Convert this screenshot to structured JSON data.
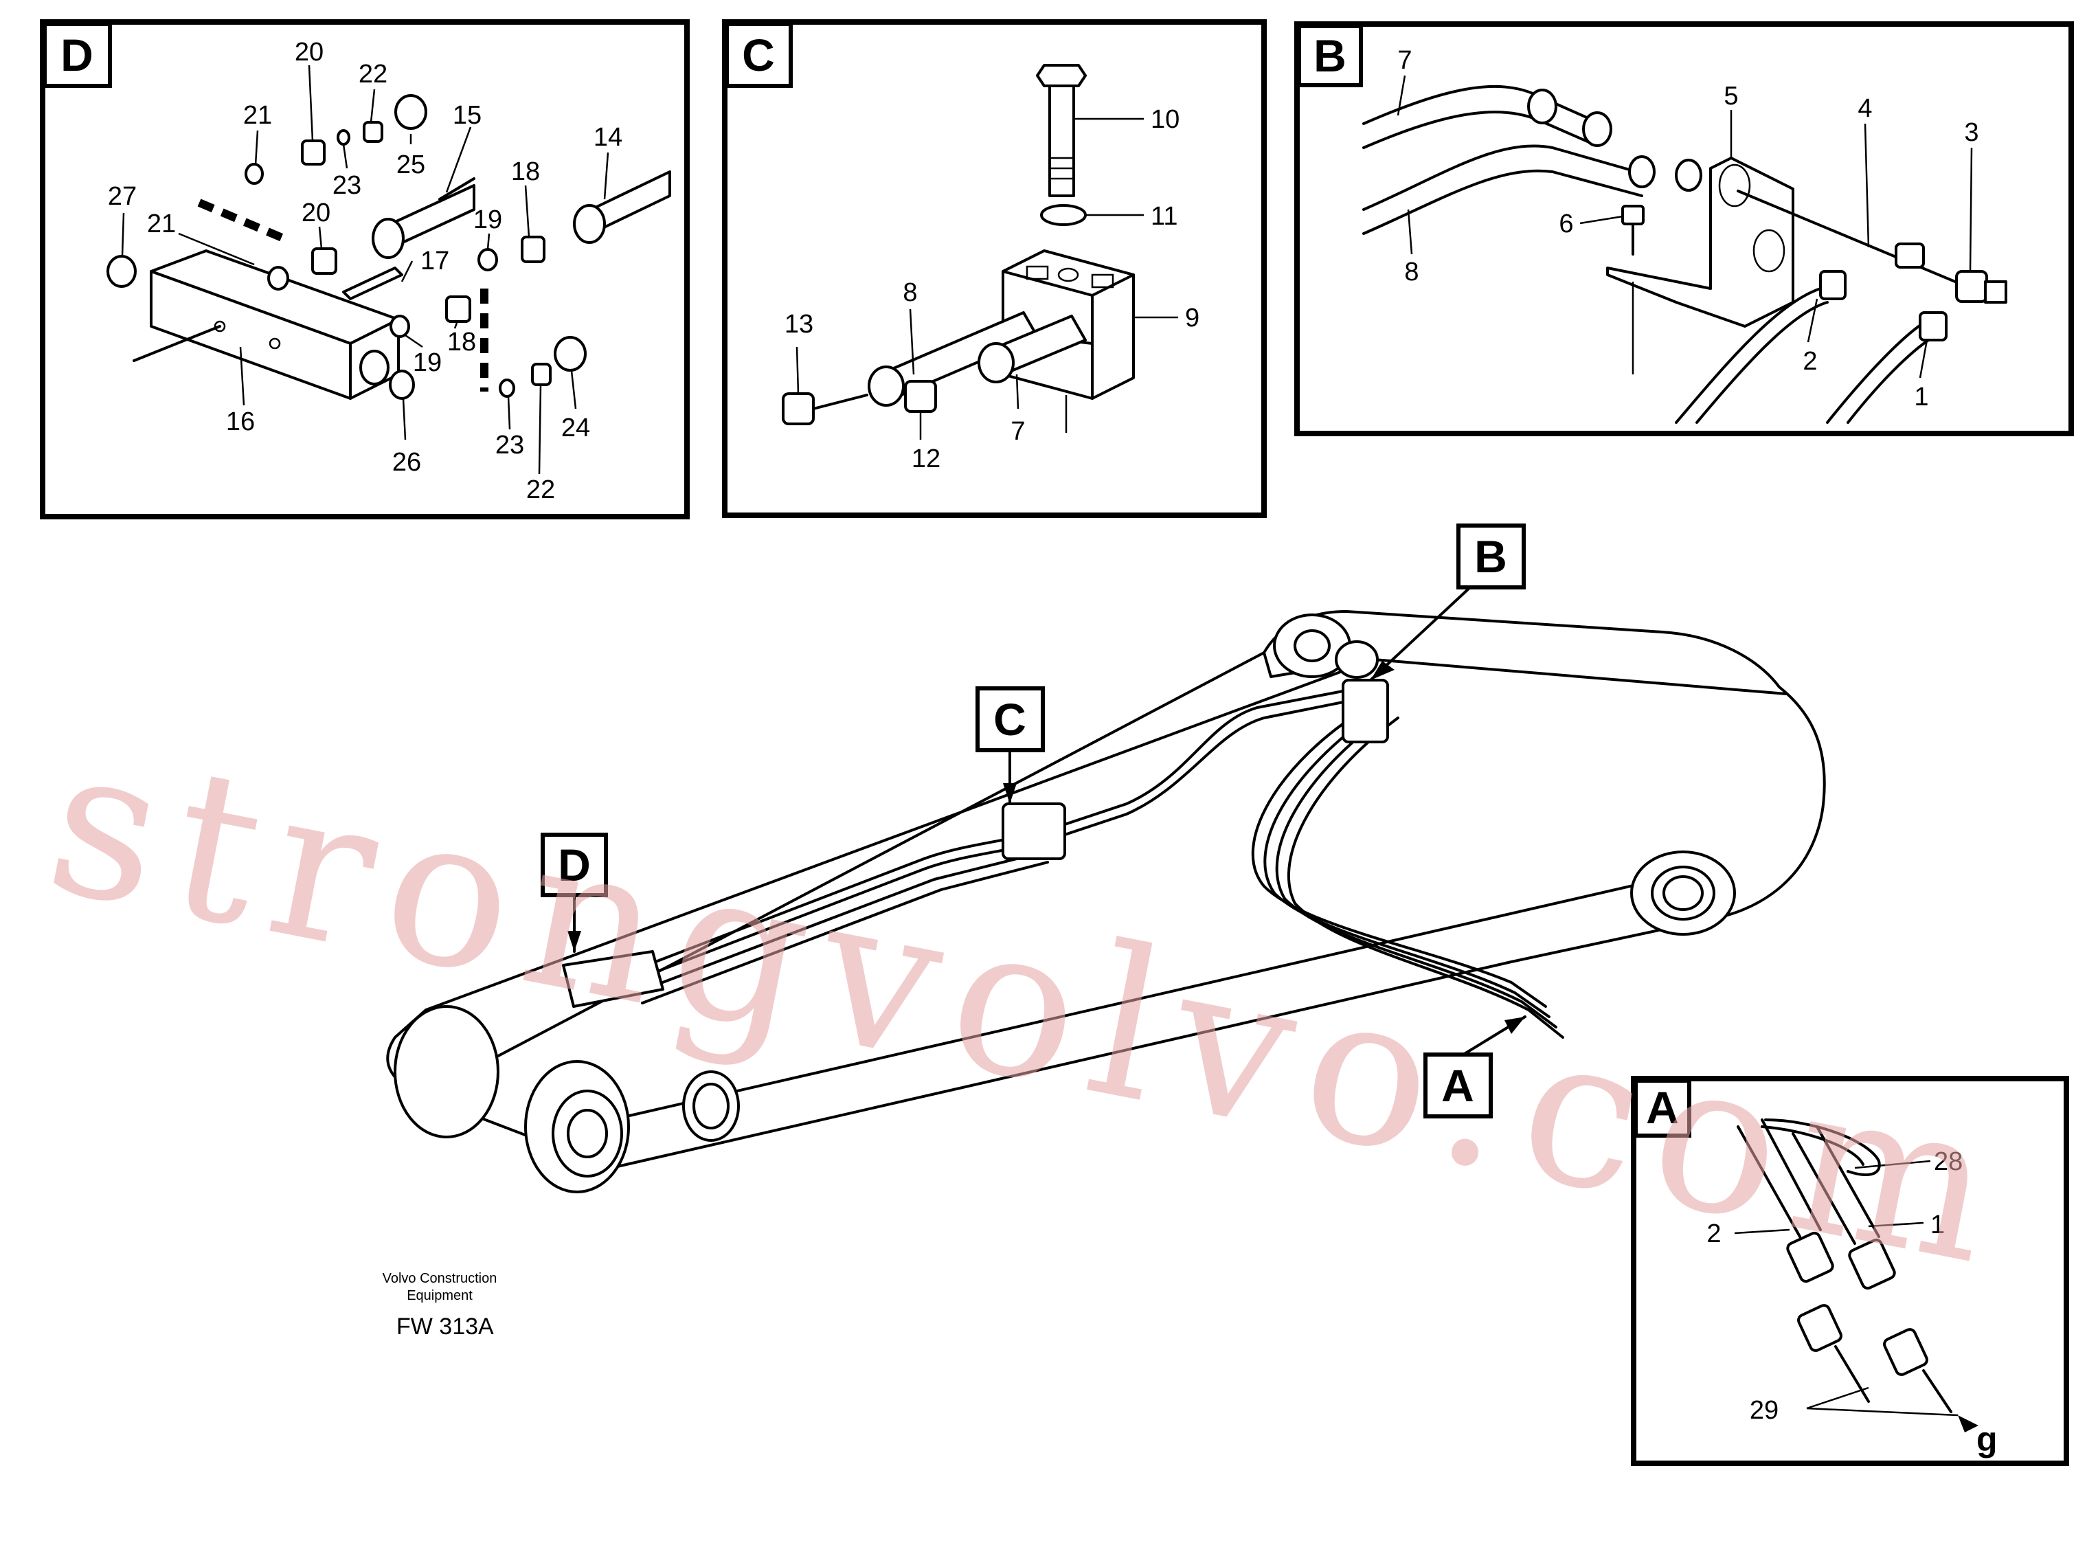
{
  "panels": {
    "D": {
      "letter": "D",
      "labels": [
        "20",
        "22",
        "21",
        "15",
        "25",
        "14",
        "23",
        "18",
        "27",
        "21",
        "20",
        "19",
        "17",
        "18",
        "19",
        "16",
        "26",
        "23",
        "24",
        "22"
      ]
    },
    "C": {
      "letter": "C",
      "labels": [
        "10",
        "11",
        "9",
        "8",
        "13",
        "7",
        "12"
      ]
    },
    "B": {
      "letter": "B",
      "labels": [
        "7",
        "5",
        "4",
        "3",
        "6",
        "8",
        "2",
        "1"
      ]
    },
    "A": {
      "letter": "A",
      "labels": [
        "28",
        "2",
        "1",
        "29",
        "g"
      ]
    }
  },
  "main_callouts": [
    "B",
    "C",
    "D",
    "A"
  ],
  "caption": {
    "line1": "Volvo Construction",
    "line2": "Equipment",
    "code": "FW 313A"
  },
  "watermark": "strongvolvo.com",
  "colors": {
    "line": "#000000",
    "background": "#ffffff",
    "watermark": "#e7a4a4"
  }
}
